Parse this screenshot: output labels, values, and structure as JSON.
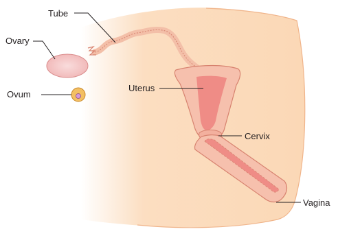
{
  "labels": {
    "tube": "Tube",
    "ovary": "Ovary",
    "ovum": "Ovum",
    "uterus": "Uterus",
    "cervix": "Cervix",
    "vagina": "Vagina"
  },
  "colors": {
    "body_fill": "#fbd8b6",
    "body_outline": "#f0b48a",
    "uterus_fill": "#f6c0ad",
    "uterus_outline": "#d7826f",
    "cavity_fill": "#ef8c86",
    "ovary_fill": "#f4c3c3",
    "ovary_outline": "#d98a8a",
    "ovum_fill": "#f3bf63",
    "ovum_nucleus": "#d59ad8",
    "leader_line": "#231f20"
  }
}
